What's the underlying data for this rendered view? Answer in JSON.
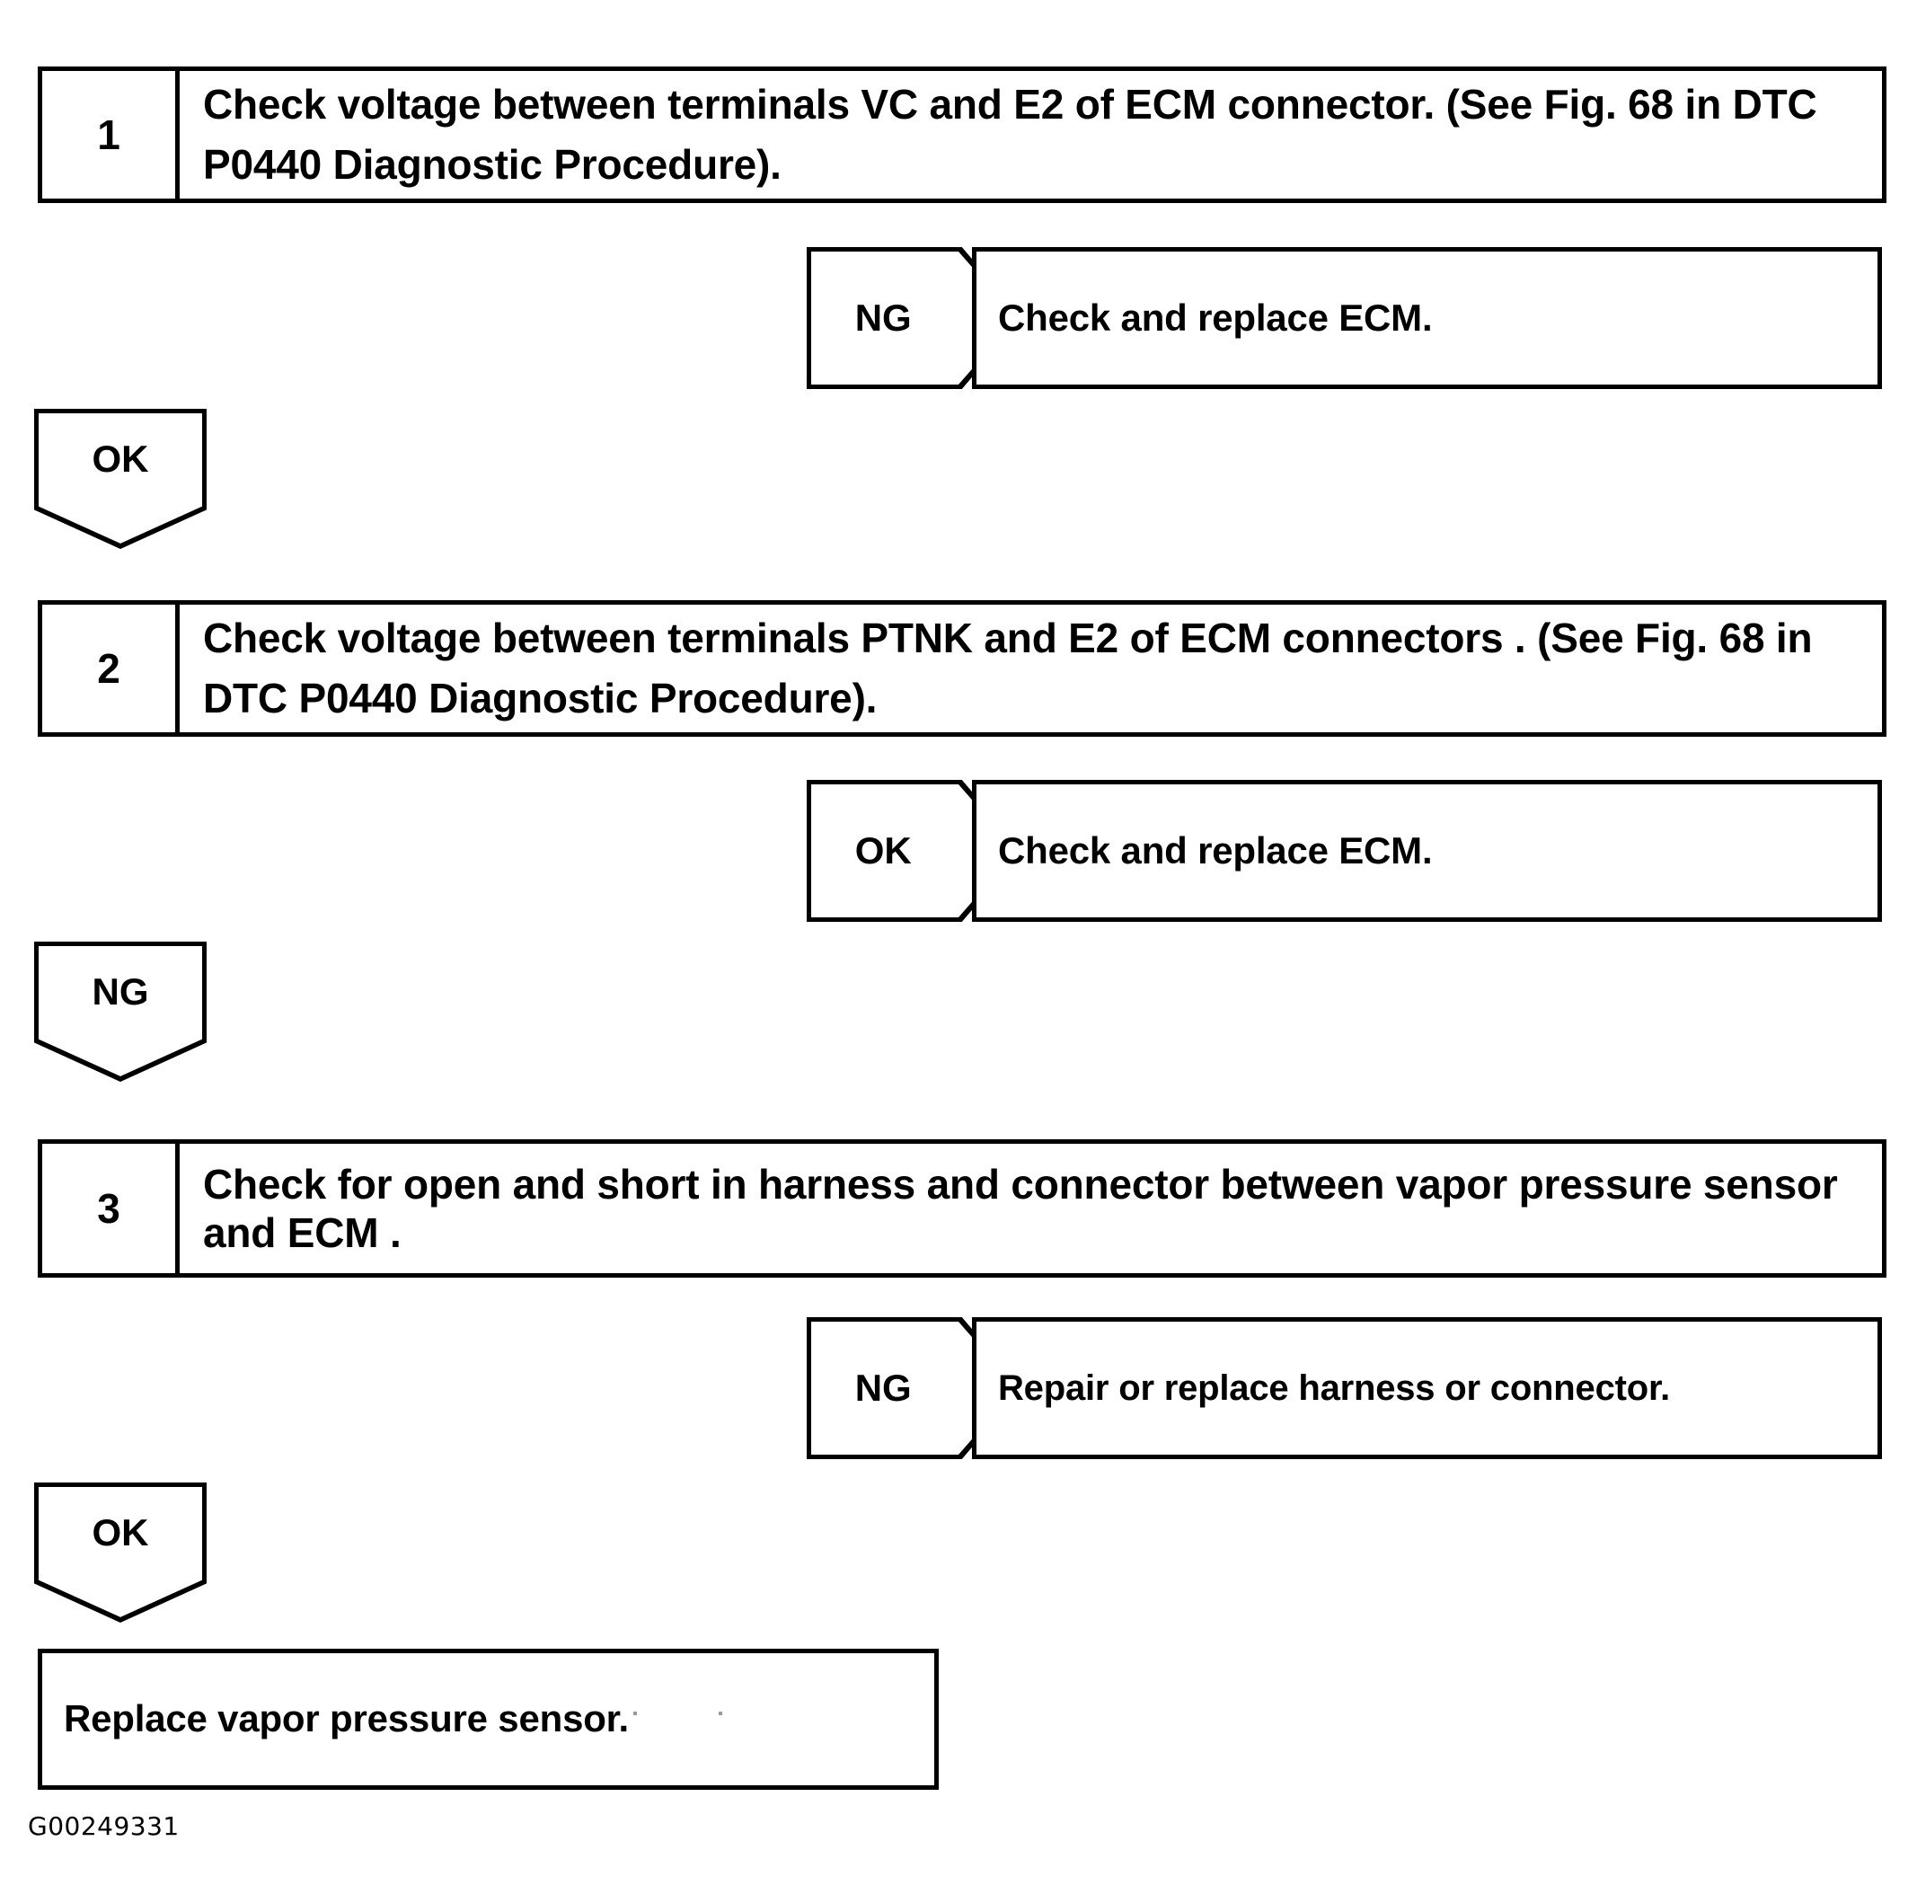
{
  "figure": {
    "id_caption": "G00249331",
    "type": "diagnostic-flowchart"
  },
  "steps": [
    {
      "number": "1",
      "text": "Check voltage between terminals VC and E2 of ECM connector.  (See Fig. 68 in DTC P0440 Diagnostic Procedure)."
    },
    {
      "number": "2",
      "text": "Check voltage between terminals PTNK and E2 of ECM connectors .  (See Fig. 68 in DTC P0440 Diagnostic Procedure)."
    },
    {
      "number": "3",
      "text": "Check for open and short in harness and connector between vapor pressure sensor and ECM ."
    }
  ],
  "branches": [
    {
      "judgement": "NG",
      "result": "Check and replace ECM."
    },
    {
      "judgement": "OK",
      "result": "Check and replace ECM."
    },
    {
      "judgement": "NG",
      "result": "Repair or replace harness or connector."
    }
  ],
  "continuations": [
    {
      "judgement": "OK"
    },
    {
      "judgement": "NG"
    },
    {
      "judgement": "OK"
    }
  ],
  "final": {
    "text": "Replace vapor pressure sensor."
  },
  "colors": {
    "ink": "#000000",
    "paper": "#ffffff"
  }
}
